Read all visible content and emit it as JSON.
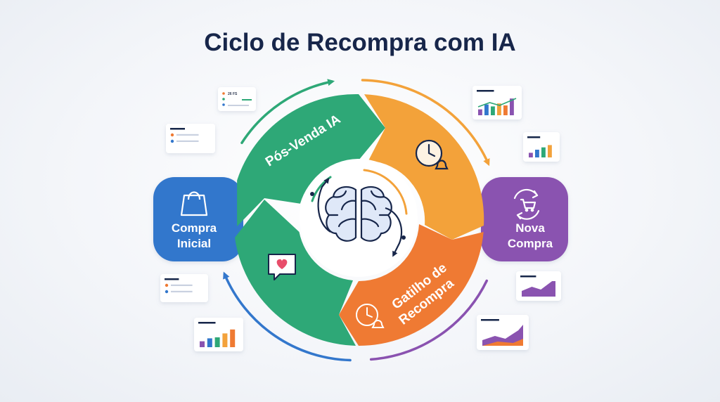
{
  "title": "Ciclo de Recompra com IA",
  "stages": {
    "pos_venda": "Pós-Venda IA",
    "gatilho_line1": "Gatilho de",
    "gatilho_line2": "Recompra",
    "compra_inicial_line1": "Compra",
    "compra_inicial_line2": "Inicial",
    "nova_compra_line1": "Nova",
    "nova_compra_line2": "Compra"
  },
  "cards": {
    "top_left_text": "26 FS"
  },
  "colors": {
    "green": "#2ea877",
    "orange": "#f3a23a",
    "deep_orange": "#ef7a33",
    "blue": "#3377cc",
    "purple": "#8a52b0",
    "navy": "#17264a"
  },
  "icons": [
    "brain-icon",
    "shopping-bag-icon",
    "cart-refresh-icon",
    "clock-bell-icon",
    "heart-chat-icon",
    "bar-chart-icon",
    "area-chart-icon"
  ]
}
